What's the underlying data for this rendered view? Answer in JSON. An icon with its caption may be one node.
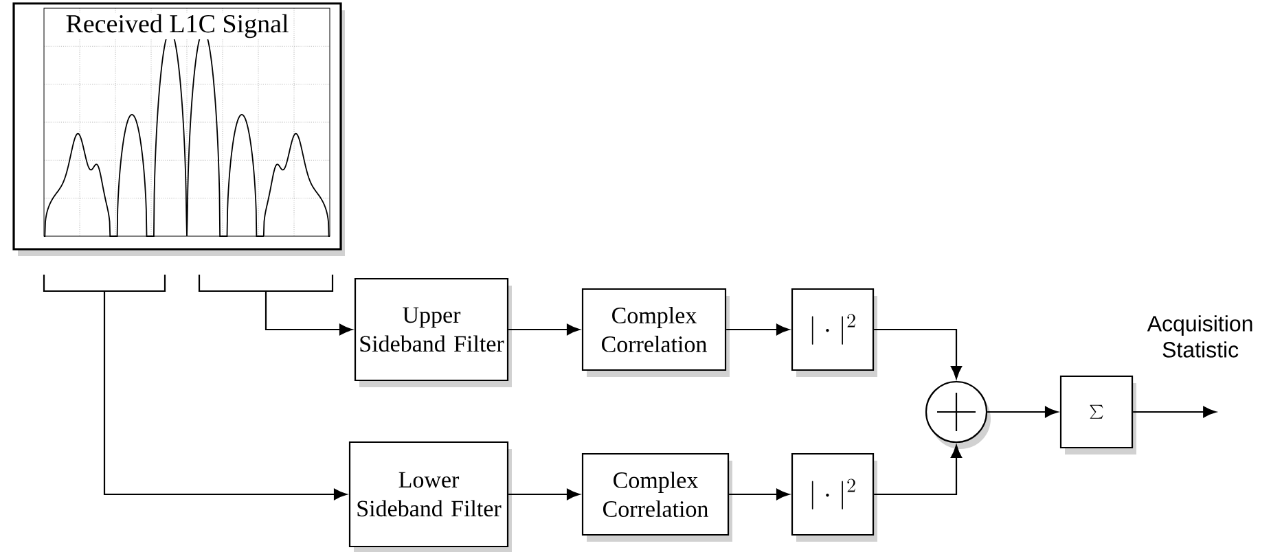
{
  "diagram": {
    "nodes": [
      {
        "text": [
          "Received L1C Signal"
        ]
      },
      {
        "text": [],
        "shape": "bracket"
      },
      {
        "text": [],
        "shape": "bracket"
      },
      {
        "text": [
          "Upper Sideband Filter"
        ]
      },
      {
        "text": [
          "Complex Correlation"
        ]
      },
      {
        "text": [
          "|\\cdot|^2"
        ]
      },
      {
        "text": [
          "Lower Sideband Filter"
        ]
      },
      {
        "text": [
          "Complex Correlation"
        ]
      },
      {
        "text": [
          "|\\cdot|^2"
        ]
      },
      {
        "text": [],
        "shape": "circle"
      },
      {
        "text": [
          "\\sum"
        ]
      }
    ],
    "edges": [
      {
        "from": 2,
        "to": 3,
        "arrow": "to"
      },
      {
        "from": 1,
        "to": 6,
        "arrow": "to"
      },
      {
        "from": 3,
        "to": 4,
        "arrow": "to"
      },
      {
        "from": 4,
        "to": 5,
        "arrow": "to"
      },
      {
        "from": 6,
        "to": 7,
        "arrow": "to"
      },
      {
        "from": 7,
        "to": 8,
        "arrow": "to"
      },
      {
        "from": 5,
        "to": 9,
        "arrow": "to"
      },
      {
        "from": 8,
        "to": 9,
        "arrow": "to"
      },
      {
        "from": 9,
        "to": 10,
        "arrow": "to"
      },
      {
        "from": 10,
        "to": null,
        "label": "Acquisition Statistic",
        "arrow": "to"
      }
    ]
  }
}
